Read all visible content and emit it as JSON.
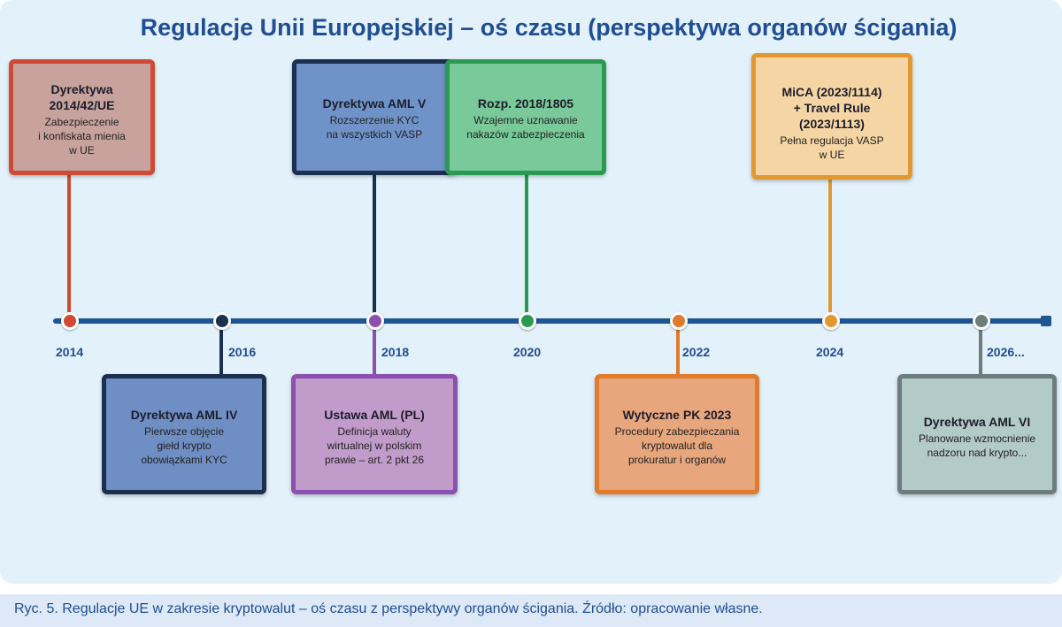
{
  "title": "Regulacje Unii Europejskiej – oś czasu (perspektywa organów ścigania)",
  "caption": "Ryc. 5. Regulacje UE w zakresie kryptowalut – oś czasu z perspektywy organów ścigania. Źródło: opracowanie własne.",
  "years": [
    "2014",
    "2016",
    "2018",
    "2020",
    "2022",
    "2024",
    "2026..."
  ],
  "colors": {
    "axis": "#1e5593",
    "title": "#1f4e93",
    "red": "#d04a33",
    "navy": "#1b2f4f",
    "purple": "#8b50b0",
    "green": "#2a9a52",
    "orange": "#e07a2c",
    "gold": "#e29832",
    "gray": "#6d7c7c"
  },
  "events": [
    {
      "title": "Dyrektywa\n2014/42/UE",
      "desc": "Zabezpieczenie\ni konfiskata mienia\nw UE",
      "year": "2014",
      "position": "above",
      "color": "#d04a33",
      "fill": "#c8a39e"
    },
    {
      "title": "Dyrektywa AML IV",
      "desc": "Pierwsze objęcie\ngiełd krypto\nobowiązkami KYC",
      "year": "2016",
      "position": "below",
      "color": "#1b2f4f",
      "fill": "#6f8ec3"
    },
    {
      "title": "Dyrektywa AML V",
      "desc": "Rozszerzenie KYC\nna wszystkich VASP",
      "year": "2018",
      "position": "above",
      "color": "#1b2f4f",
      "fill": "#6f93c9"
    },
    {
      "title": "Ustawa AML (PL)",
      "desc": "Definicja waluty\nwirtualnej w polskim\nprawie – art. 2 pkt 26",
      "year": "2018",
      "position": "below",
      "color": "#8b50b0",
      "fill": "#c19cca"
    },
    {
      "title": "Rozp. 2018/1805",
      "desc": "Wzajemne uznawanie\nnakazów zabezpieczenia",
      "year": "2020",
      "position": "above",
      "color": "#2a9a52",
      "fill": "#79c99b"
    },
    {
      "title": "Wytyczne PK 2023",
      "desc": "Procedury zabezpieczania\nkryptowalut dla\nprokuratur i organów",
      "year": "2022",
      "position": "below",
      "color": "#e07a2c",
      "fill": "#e8a67d"
    },
    {
      "title": "MiCA (2023/1114)\n+ Travel Rule (2023/1113)",
      "desc": "Pełna regulacja VASP\nw UE",
      "year": "2024",
      "position": "above",
      "color": "#e29832",
      "fill": "#f5d5a4"
    },
    {
      "title": "Dyrektywa AML VI",
      "desc": "Planowane wzmocnienie\nnadzoru nad krypto...",
      "year": "2026...",
      "position": "below",
      "color": "#6d7c7c",
      "fill": "#b2cac8"
    }
  ]
}
